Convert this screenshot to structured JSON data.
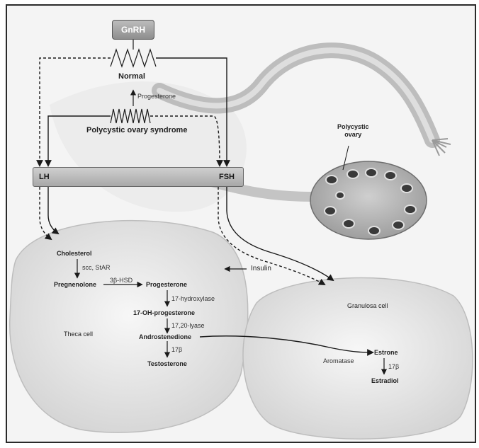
{
  "gnrh": "GnRH",
  "normal": "Normal",
  "progesterone_feedback": "Progesterone",
  "pcos": "Polycystic ovary syndrome",
  "lh": "LH",
  "fsh": "FSH",
  "polycystic_ovary": "Polycystic\novary",
  "insulin": "Insulin",
  "theca": {
    "cell_label": "Theca cell",
    "cholesterol": "Cholesterol",
    "enzyme_scc": "scc, StAR",
    "pregnenolone": "Pregnenolone",
    "enzyme_3bhsd": "3β-HSD",
    "progesterone": "Progesterone",
    "enzyme_17hydroxylase": "17-hydroxylase",
    "ohp": "17-OH-progesterone",
    "enzyme_1720lyase": "17,20-lyase",
    "androstenedione": "Androstenedione",
    "enzyme_17b_theca": "17β",
    "testosterone": "Testosterone"
  },
  "granulosa": {
    "cell_label": "Granulosa cell",
    "aromatase": "Aromatase",
    "estrone": "Estrone",
    "enzyme_17b": "17β",
    "estradiol": "Estradiol"
  },
  "colors": {
    "background": "#f4f4f4",
    "line": "#1a1a1a",
    "cell_fill": "#e6e6e6",
    "tube": "#c9c9c9",
    "ovary": "#b5b5b5"
  }
}
